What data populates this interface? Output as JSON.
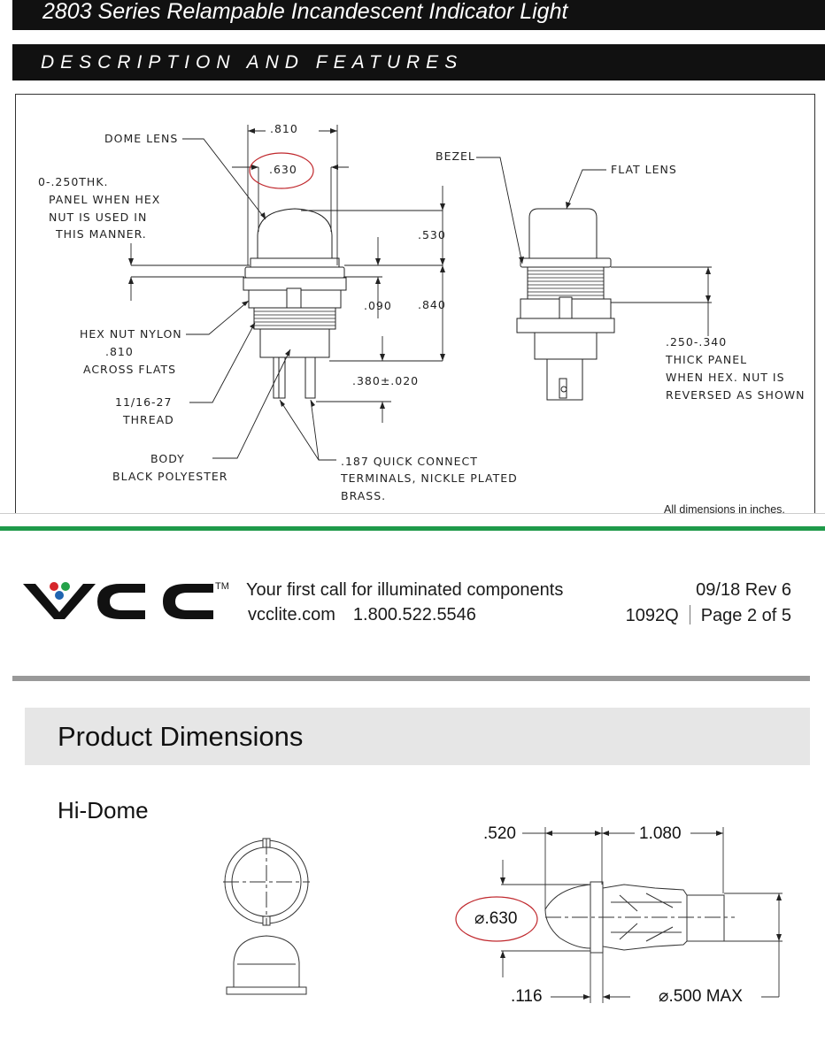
{
  "header": {
    "title": "2803 Series Relampable Incandescent Indicator Light",
    "section": "DESCRIPTION AND FEATURES"
  },
  "drawing": {
    "labels": {
      "dome_lens": "DOME LENS",
      "bezel": "BEZEL",
      "flat_lens": "FLAT LENS",
      "panel_1": "0-.250THK.",
      "panel_2": "PANEL WHEN HEX",
      "panel_3": "NUT IS USED IN",
      "panel_4": "THIS MANNER.",
      "hex_nut_1": "HEX NUT NYLON",
      "hex_nut_2": ".810",
      "hex_nut_3": "ACROSS FLATS",
      "thread_1": "11/16-27",
      "thread_2": "THREAD",
      "body_1": "BODY",
      "body_2": "BLACK POLYESTER",
      "term_1": ".187 QUICK CONNECT",
      "term_2": "TERMINALS, NICKLE PLATED",
      "term_3": "BRASS.",
      "thick_1": ".250-.340",
      "thick_2": "THICK PANEL",
      "thick_3": "WHEN HEX. NUT IS",
      "thick_4": "REVERSED AS SHOWN",
      "note": "All dimensions in inches."
    },
    "dims": {
      "d810": ".810",
      "d630": ".630",
      "d530": ".530",
      "d090": ".090",
      "d840": ".840",
      "d380": ".380±.020"
    }
  },
  "footer": {
    "tagline": "Your first call for illuminated components",
    "website": "vcclite.com",
    "phone": "1.800.522.5546",
    "revision": "09/18 Rev 6",
    "doc_number": "1092Q",
    "page": "Page 2 of 5",
    "trademark": "TM"
  },
  "product_dimensions": {
    "title": "Product Dimensions",
    "subtitle": "Hi-Dome",
    "dims": {
      "d520": ".520",
      "d1080": "1.080",
      "d630": "⌀.630",
      "d116": ".116",
      "d500": "⌀.500 MAX"
    }
  },
  "colors": {
    "green_rule": "#1f9a4a",
    "annotation_circle": "#c0282d",
    "logo_red": "#d6262b",
    "logo_green": "#25a24a",
    "logo_blue": "#1f64b0"
  }
}
